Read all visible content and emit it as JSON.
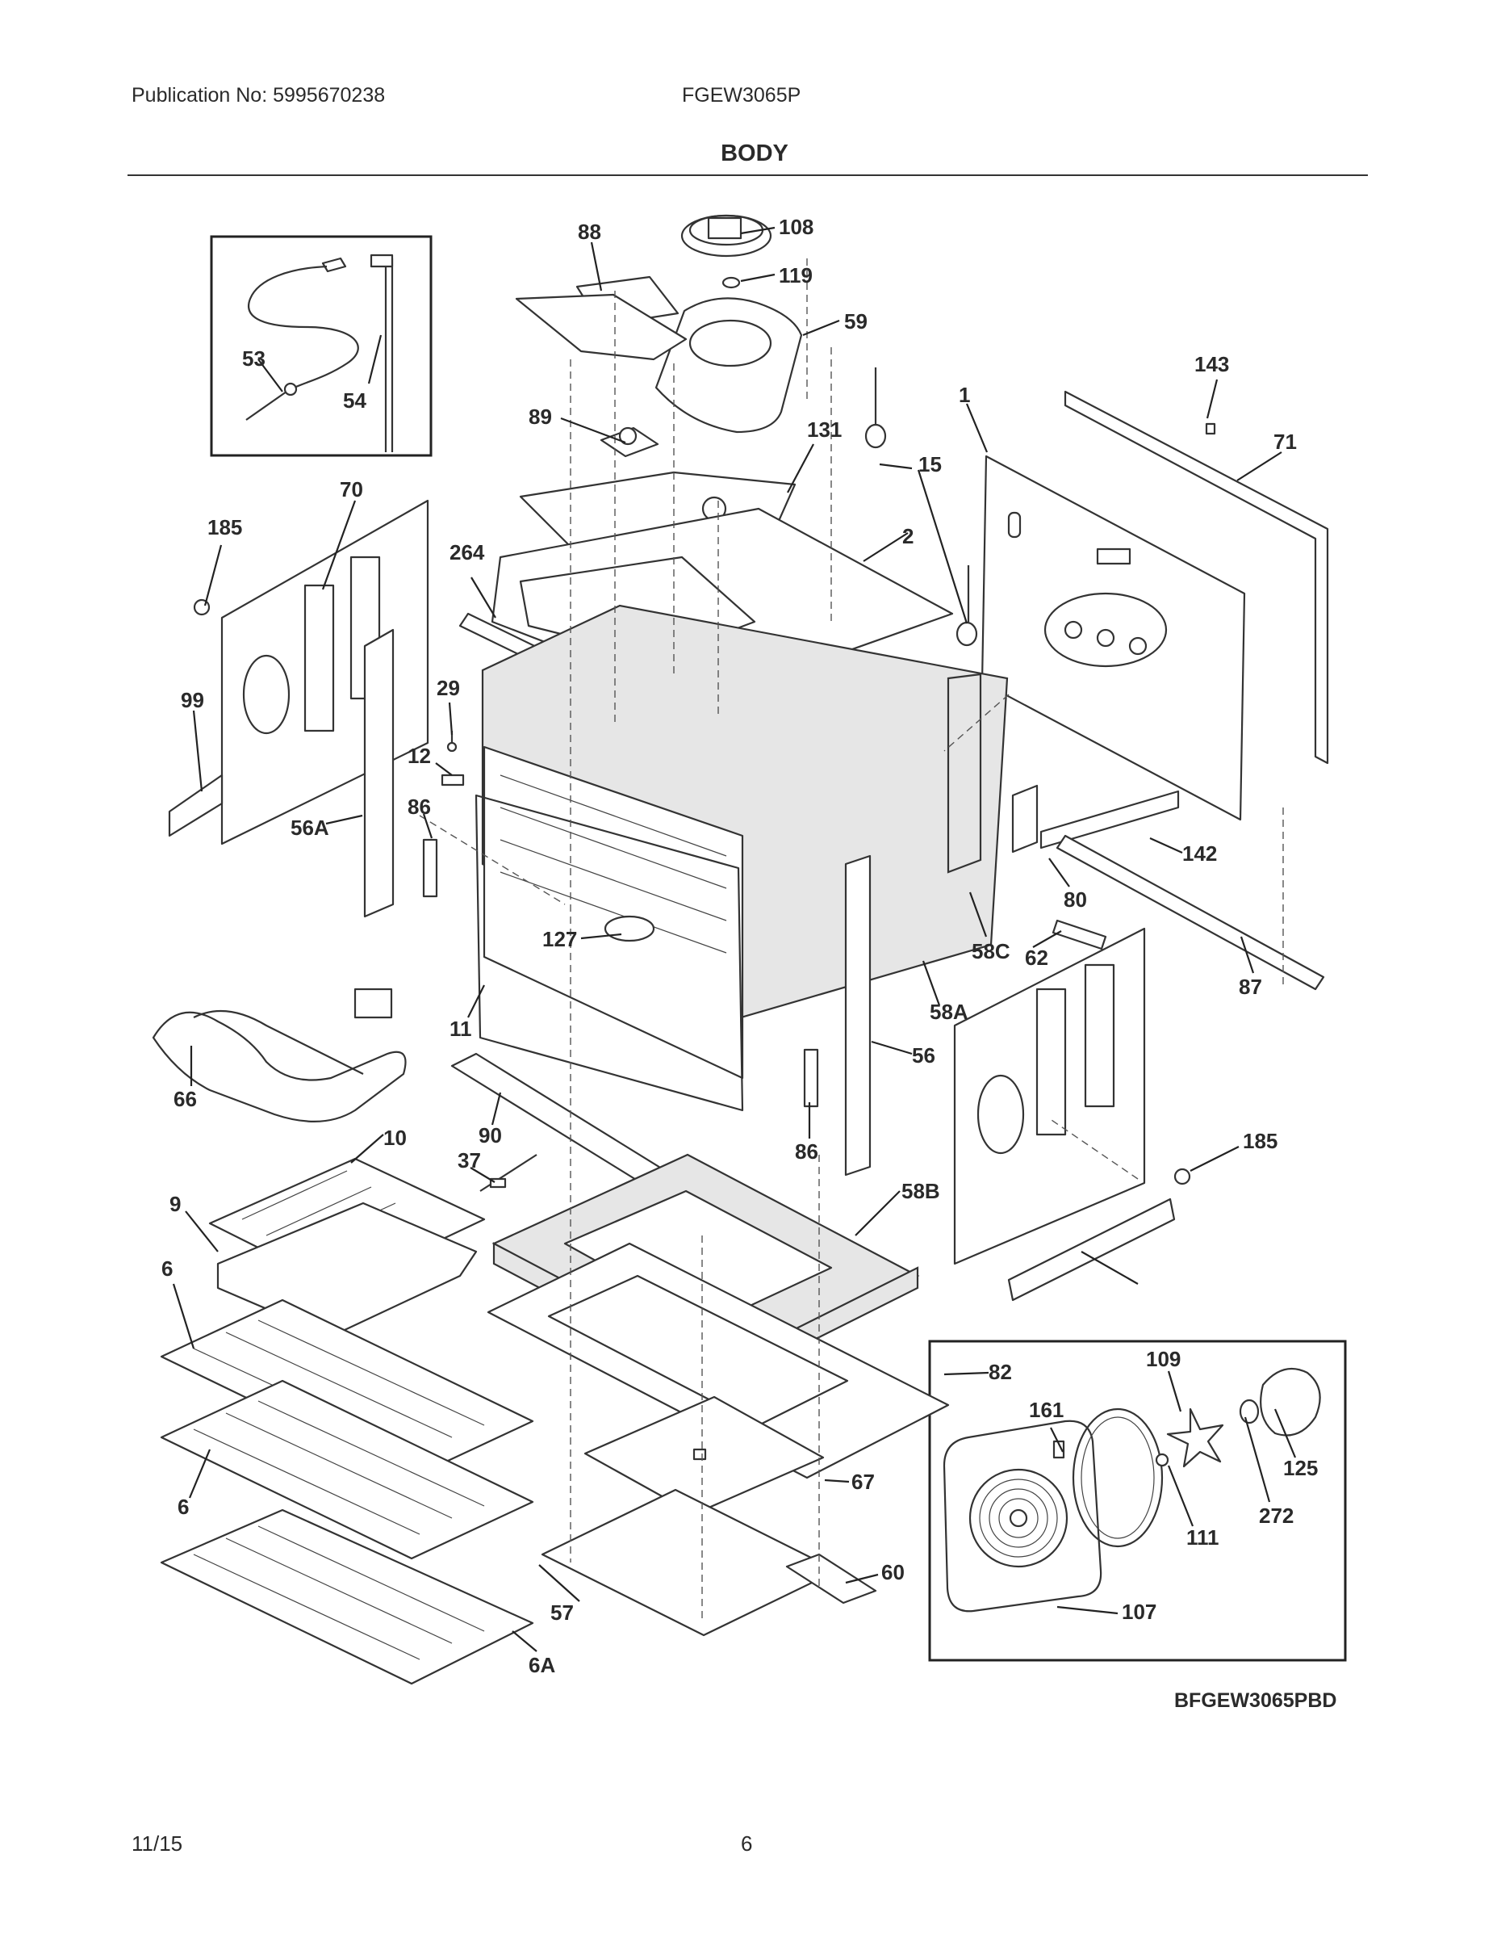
{
  "header": {
    "publication": "Publication No: 5995670238",
    "model": "FGEW3065P",
    "title": "BODY"
  },
  "diagram": {
    "callouts": [
      "108",
      "88",
      "119",
      "59",
      "143",
      "1",
      "71",
      "53",
      "54",
      "89",
      "131",
      "15",
      "70",
      "185",
      "264",
      "2",
      "29",
      "99",
      "12",
      "56A",
      "86",
      "142",
      "80",
      "127",
      "58C",
      "62",
      "87",
      "11",
      "66",
      "58A",
      "56",
      "90",
      "86",
      "10",
      "37",
      "58B",
      "185",
      "9",
      "6",
      "82",
      "109",
      "161",
      "125",
      "6",
      "67",
      "272",
      "111",
      "60",
      "57",
      "107",
      "6A"
    ]
  },
  "footer": {
    "drawing_code": "BFGEW3065PBD",
    "date": "11/15",
    "page": "6"
  }
}
